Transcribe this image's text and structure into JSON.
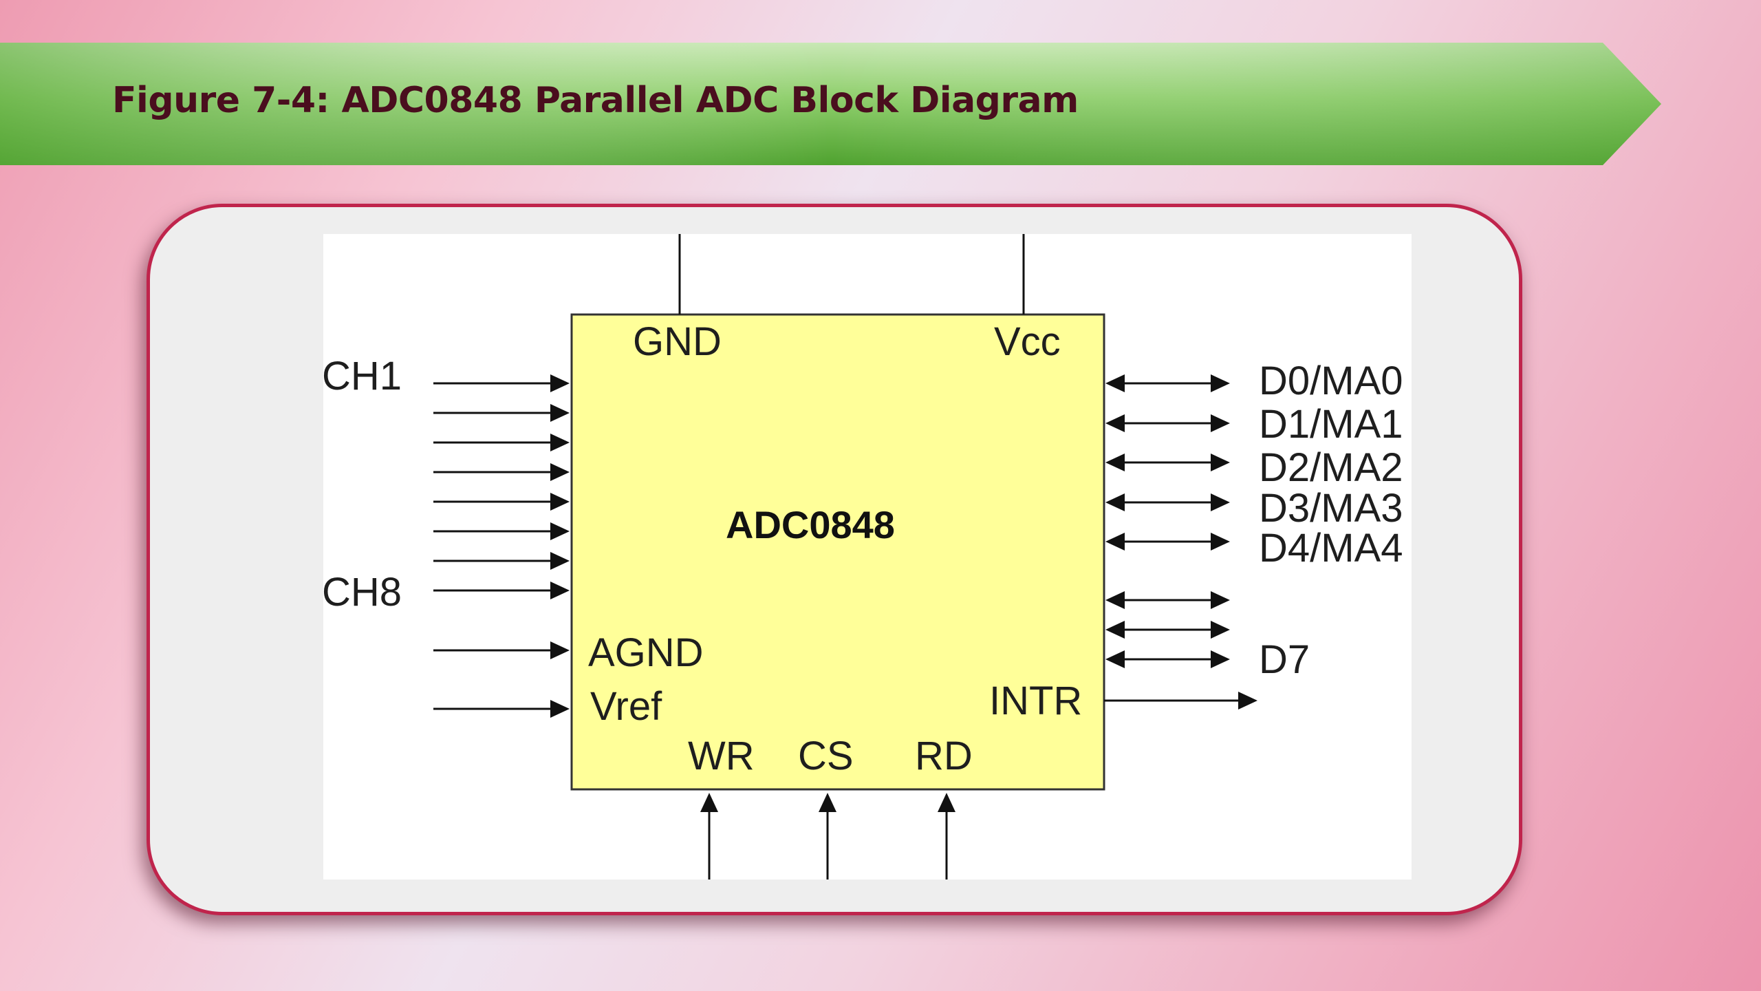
{
  "slide": {
    "title": "Figure 7-4: ADC0848 Parallel ADC Block Diagram"
  },
  "diagram": {
    "chip_name": "ADC0848",
    "top_pins": {
      "gnd": "GND",
      "vcc": "Vcc"
    },
    "left_labels": {
      "ch1": "CH1",
      "ch8": "CH8",
      "agnd": "AGND",
      "vref": "Vref"
    },
    "bottom_pins": {
      "wr": "WR",
      "cs": "CS",
      "rd": "RD"
    },
    "right_labels": {
      "d0": "D0/MA0",
      "d1": "D1/MA1",
      "d2": "D2/MA2",
      "d3": "D3/MA3",
      "d4": "D4/MA4",
      "d7": "D7",
      "intr": "INTR"
    },
    "colors": {
      "chip_fill": "#ffff99",
      "frame_border": "#c0244c",
      "banner_green": "#5aad3a"
    }
  }
}
